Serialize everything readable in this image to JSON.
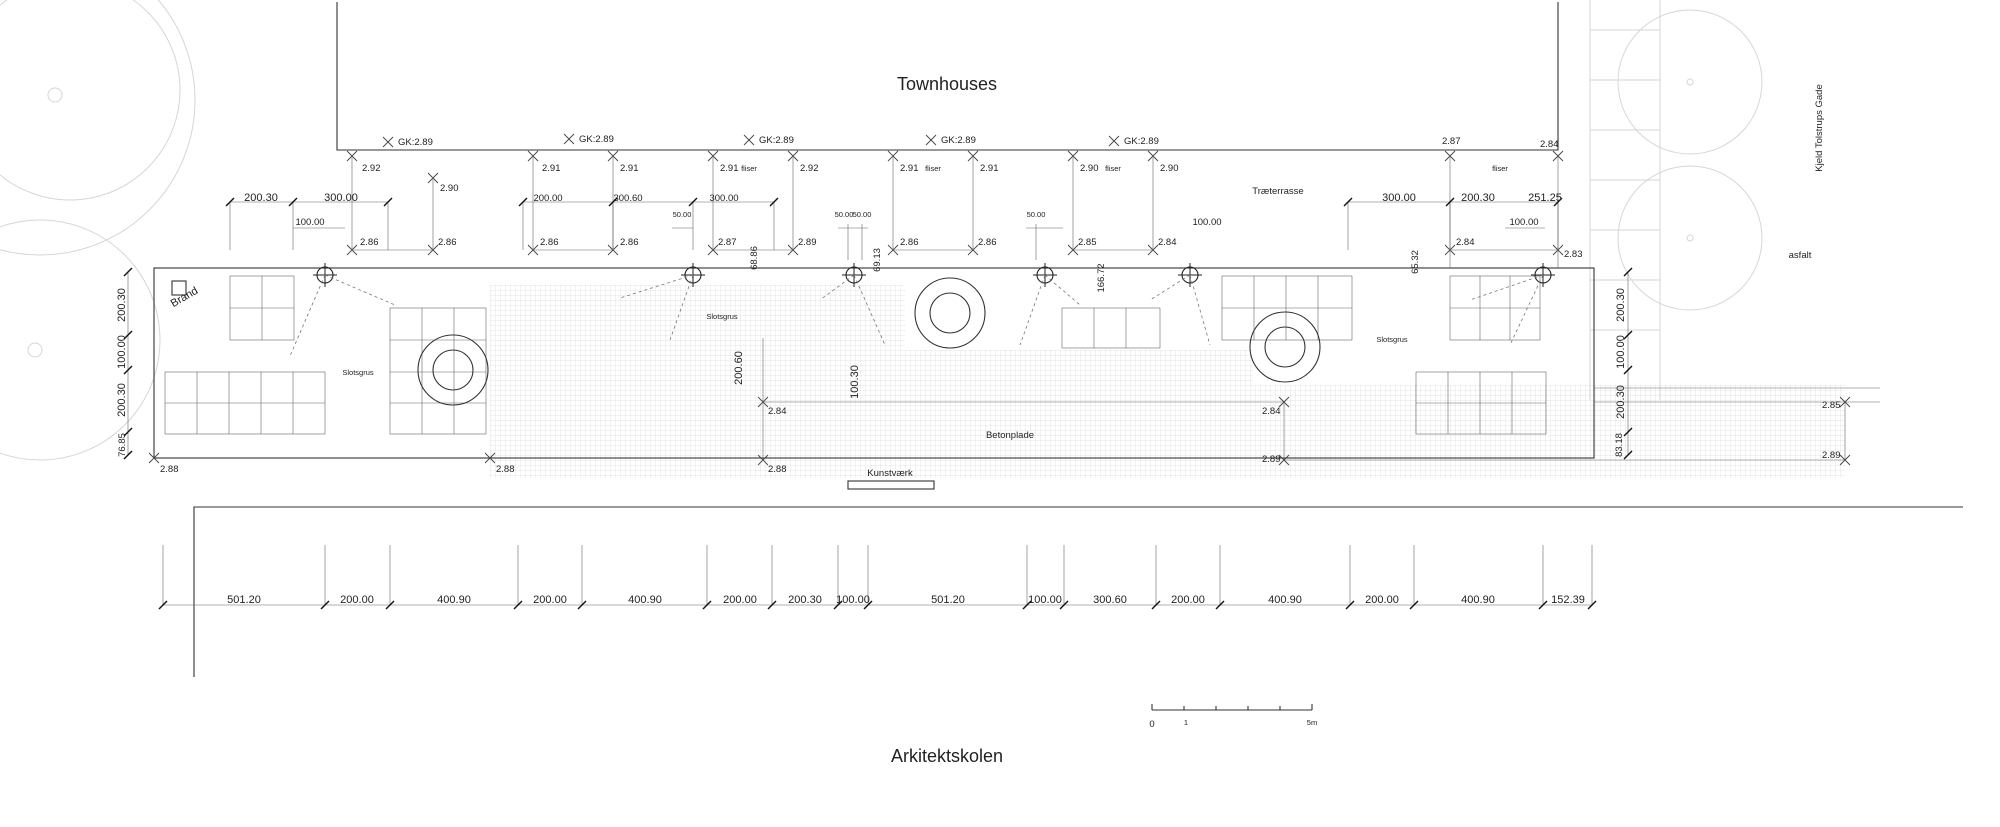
{
  "labels": {
    "townhouses": "Townhouses",
    "arkitektskolen": "Arkitektskolen",
    "street": "Kjeld Tolstrups Gade",
    "asfalt": "asfalt",
    "traeterrasse": "Træterrasse",
    "betonplade": "Betonplade",
    "kunstvaerk": "Kunstværk",
    "brand": "Brand",
    "slotsgrus": "Slotsgrus",
    "fliser": "fliser"
  },
  "gk_levels": [
    "GK:2.89",
    "GK:2.89",
    "GK:2.89",
    "GK:2.89",
    "GK:2.89"
  ],
  "top_levels": [
    "2.92",
    "2.90",
    "2.91",
    "2.91",
    "2.91",
    "2.92",
    "2.91",
    "2.91",
    "2.90",
    "2.90",
    "2.87",
    "2.84"
  ],
  "mid_levels": [
    "2.86",
    "2.86",
    "2.86",
    "2.86",
    "2.87",
    "2.89",
    "2.86",
    "2.86",
    "2.85",
    "2.84",
    "2.84",
    "2.83"
  ],
  "inner_levels": [
    "2.84",
    "2.88",
    "2.84",
    "2.89",
    "2.85",
    "2.89",
    "2.88",
    "2.88"
  ],
  "top_dims": [
    "200.30",
    "300.00",
    "100.00",
    "200.00",
    "300.60",
    "300.00",
    "50.00",
    "50.00",
    "50.00",
    "50.00",
    "100.00",
    "300.00",
    "200.30",
    "251.25",
    "100.00"
  ],
  "vert_dims": [
    "200.30",
    "100.00",
    "200.30",
    "76.85",
    "68.86",
    "69.13",
    "166.72",
    "65.32",
    "200.60",
    "100.30",
    "200.30",
    "100.00",
    "200.30",
    "83.18"
  ],
  "bottom_dims": [
    "501.20",
    "200.00",
    "400.90",
    "200.00",
    "400.90",
    "200.00",
    "200.30",
    "100.00",
    "501.20",
    "100.00",
    "300.60",
    "200.00",
    "400.90",
    "200.00",
    "400.90",
    "152.39"
  ],
  "scale_bar": [
    "0",
    "1",
    "5m"
  ]
}
